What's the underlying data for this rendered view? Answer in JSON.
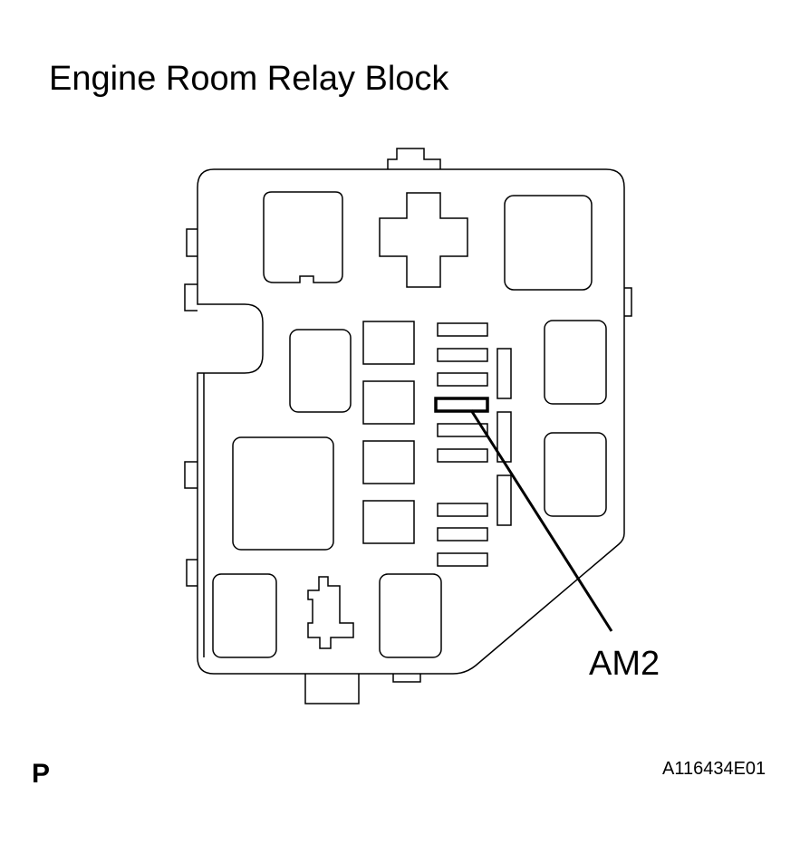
{
  "title": "Engine Room Relay Block",
  "callout_label": "AM2",
  "corner_label": "P",
  "figure_id": "A116434E01"
}
